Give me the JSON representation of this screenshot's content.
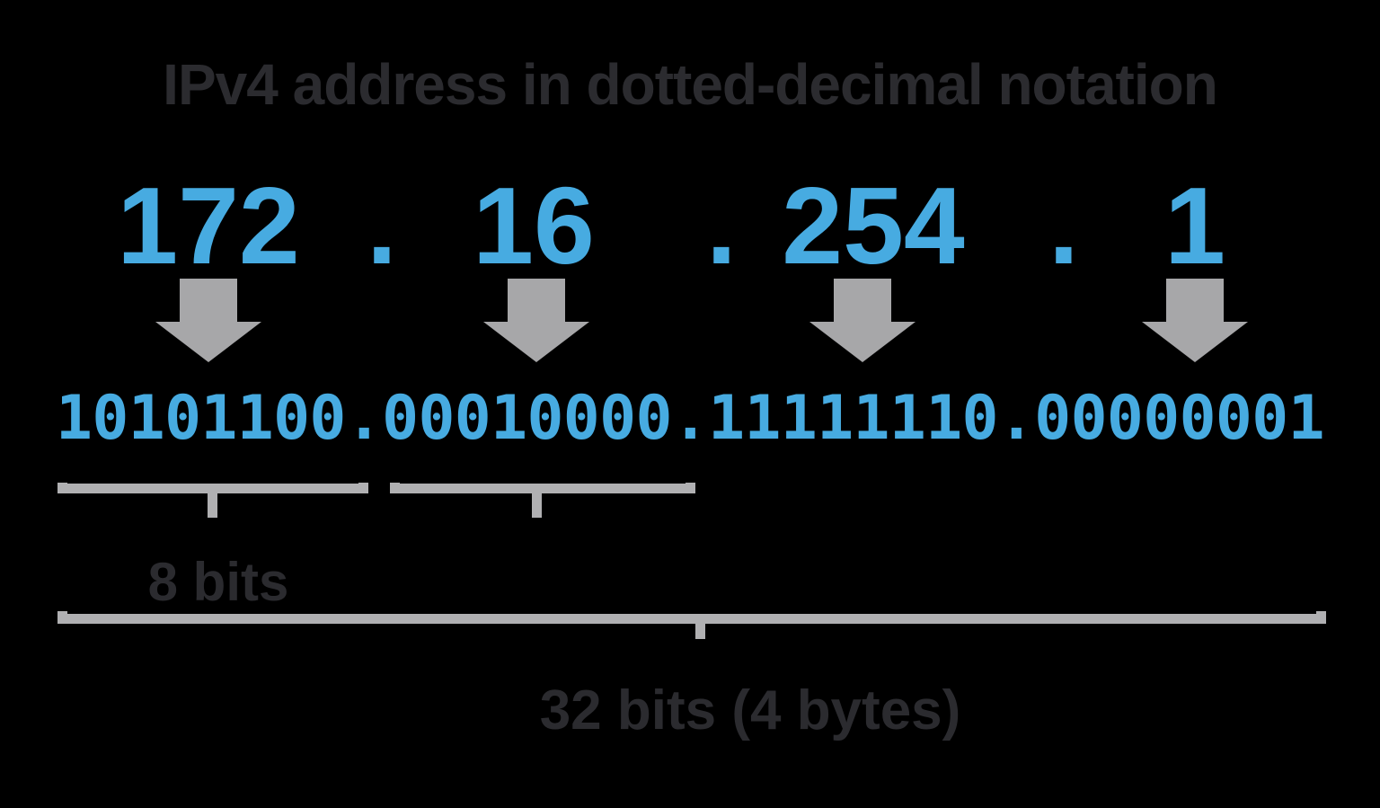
{
  "title": "IPv4 address in dotted-decimal notation",
  "ip": {
    "dot": ".",
    "decimal_octets": [
      "172",
      "16",
      "254",
      "1"
    ],
    "binary_octets": [
      "10101100",
      "00010000",
      "11111110",
      "00000001"
    ],
    "binary_full": "10101100.00010000.11111110.00000001"
  },
  "labels": {
    "octet_size": "8 bits",
    "total_size": "32 bits (4 bytes)"
  },
  "colors": {
    "background": "#000000",
    "accent_blue": "#47abe1",
    "arrow_gray": "#a7a7a9",
    "bracket_gray": "#b0b0b2",
    "text_dark": "#2b2b2f"
  },
  "icons": {
    "down_arrow": "block arrow pointing down"
  }
}
